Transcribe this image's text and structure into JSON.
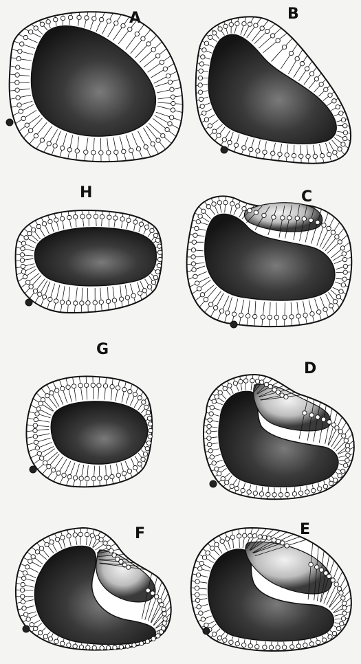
{
  "figure": {
    "panels": [
      {
        "label": "A"
      },
      {
        "label": "B"
      },
      {
        "label": "H"
      },
      {
        "label": "C"
      },
      {
        "label": "G"
      },
      {
        "label": "D"
      },
      {
        "label": "F"
      },
      {
        "label": "E"
      }
    ]
  },
  "colors": {
    "background": "#f4f4f2",
    "ink": "#111111",
    "cavity_dark": "#1c1c1c",
    "cell_fill": "#ffffff"
  }
}
